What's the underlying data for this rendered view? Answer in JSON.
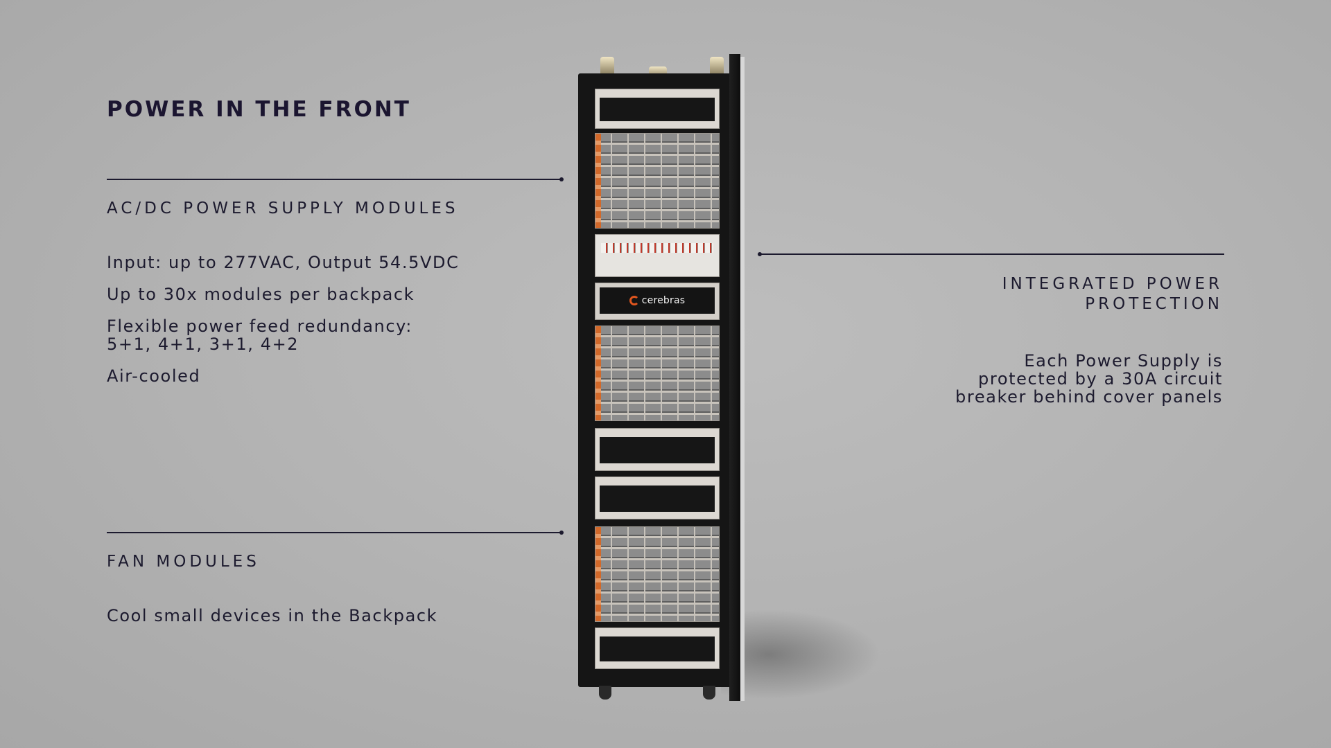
{
  "title": "POWER IN THE FRONT",
  "left_sections": [
    {
      "heading": "AC/DC POWER SUPPLY MODULES",
      "items": [
        "Input: up to 277VAC, Output 54.5VDC",
        "Up to 30x modules per backpack",
        "Flexible power feed redundancy:\n5+1, 4+1, 3+1, 4+2",
        "Air-cooled"
      ]
    },
    {
      "heading": "FAN MODULES",
      "items": [
        "Cool small devices in the Backpack"
      ]
    }
  ],
  "right_section": {
    "heading": "INTEGRATED POWER\nPROTECTION",
    "body": "Each Power Supply is\nprotected by a 30A circuit\nbreaker behind cover panels"
  },
  "rack": {
    "brand": "cerebras",
    "accent_color": "#e0561e"
  },
  "colors": {
    "text": "#1c1a2e",
    "background": "#b4b4b4"
  }
}
